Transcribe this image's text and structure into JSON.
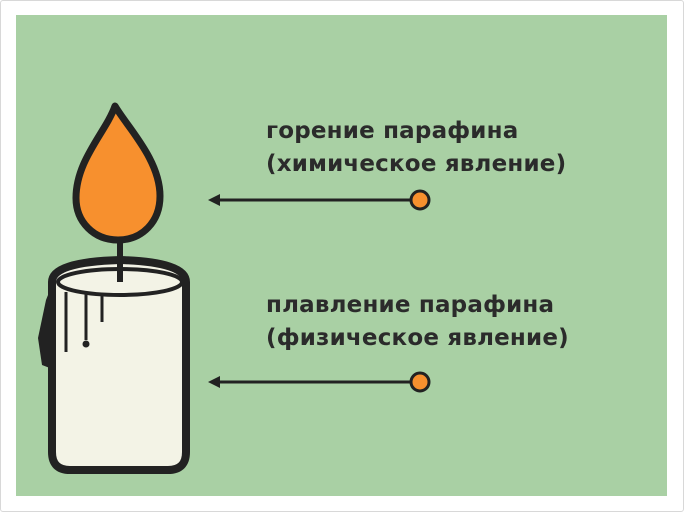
{
  "labels": [
    {
      "line1": "горение парафина",
      "line2": "(химическое явление)"
    },
    {
      "line1": "плавление парафина",
      "line2": "(физическое явление)"
    }
  ],
  "colors": {
    "background": "#a9d0a4",
    "flame": "#f7902e",
    "wax": "#f3f3e6",
    "outline": "#222222",
    "pointer_dot": "#f7902e"
  }
}
